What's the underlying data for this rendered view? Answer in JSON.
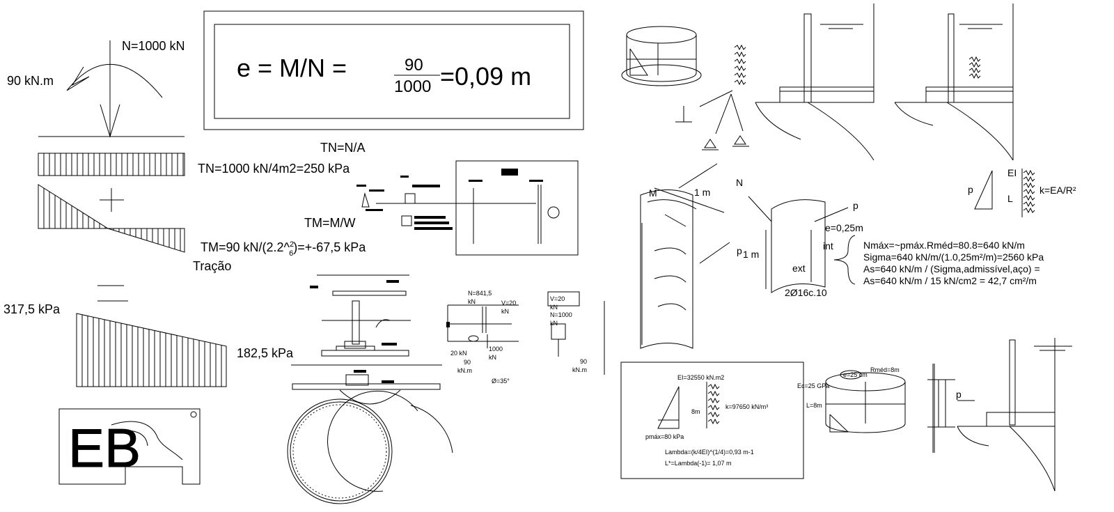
{
  "pressure_diagram": {
    "load_N": "N=1000 kN",
    "moment": "90 kN.m",
    "stress_left": "317,5 kPa",
    "stress_right": "182,5 kPa",
    "tension_label": "Tração"
  },
  "eccentricity": {
    "lhs": "e = M/N =",
    "numerator": "90",
    "denominator": "1000",
    "result": "=0,09 m"
  },
  "stress_equations": {
    "tn_def": "TN=N/A",
    "tn_calc": "TN=1000 kN/4m2=250 kPa",
    "tm_def": "TM=M/W",
    "tm_calc_prefix": "TM=90 kN/(2.2^",
    "tm_sup": "2",
    "tm_sub": "6",
    "tm_calc_suffix": ")=+-67,5 kPa"
  },
  "foundation_sketch": {
    "n_label": "N=841,5",
    "n_unit": "kN",
    "v_label": "V=20",
    "v_unit": "kN",
    "h_label": "20 kN",
    "n2_label": "1000",
    "n2_unit": "kN",
    "m_label": "90",
    "m_unit": "kN.m",
    "phi": "Ø=35°",
    "box_v": "V=20",
    "box_v_unit": "kN",
    "box_n": "N=1000",
    "box_n_unit": "kN",
    "box_m": "90",
    "box_m_unit": "kN.m"
  },
  "ring_segment": {
    "m_label": "M",
    "width": "1 m",
    "n_label": "N",
    "p_label": "p",
    "p1_label": "p",
    "height": "1 m",
    "ecc": "e=0,25m",
    "int_label": "int",
    "ext_label": "ext",
    "rebar": "2Ø16c.10"
  },
  "results": {
    "line1": "Nmáx=~pmáx.Rméd=80.8=640 kN/m",
    "line2": "Sigma=640 kN/m/(1.0,25m²/m)=2560 kPa",
    "line3": "As=640 kN/m / (Sigma,admissível,aço) =",
    "line4": "As=640 kN/m / 15 kN/cm2 = 42,7 cm²/m"
  },
  "spring_model": {
    "ei": "EI",
    "p": "p",
    "l": "L",
    "k": "k=EA/R²"
  },
  "calc_box": {
    "ei": "EI=32550 kN.m2",
    "length": "8m",
    "k": "k=97650 kN/m³",
    "pmax": "pmáx=80 kPa",
    "lambda": "Lambda=(k/4EI)^(1/4)=0,93 m-1",
    "lstar": "L*=Lambda(-1)= 1,07 m"
  },
  "tank": {
    "thickness": "e=25 cm",
    "radius": "Rméd=8m",
    "modulus": "Ec=25 GPa",
    "height": "L=8m",
    "p": "p"
  }
}
